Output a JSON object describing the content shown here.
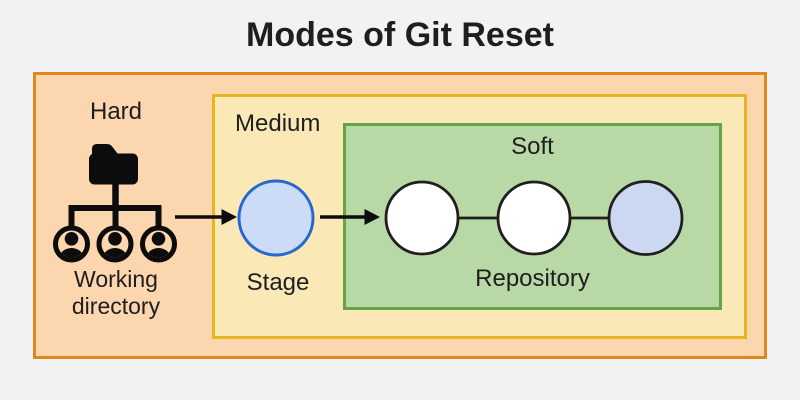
{
  "title": "Modes of Git Reset",
  "zones": {
    "hard": {
      "label": "Hard",
      "fill": "#fbd6ae",
      "border": "#e1871f"
    },
    "medium": {
      "label": "Medium",
      "fill": "#fae9b7",
      "border": "#e7b520"
    },
    "soft": {
      "label": "Soft",
      "fill": "#b8d8a5",
      "border": "#64a447"
    }
  },
  "nodes": {
    "working_directory": {
      "label": "Working directory"
    },
    "stage": {
      "label": "Stage",
      "fill": "#ccdcf7",
      "border": "#2667d2"
    },
    "repository": {
      "label": "Repository",
      "commit_fill": "#ffffff",
      "commit_border": "#1f1f1f",
      "head_commit_fill": "#ccd8f2"
    }
  },
  "colors": {
    "background": "#f2f2f4",
    "text": "#1e1e1e",
    "icon": "#0c0c0c",
    "arrow": "#0c0c0c"
  }
}
